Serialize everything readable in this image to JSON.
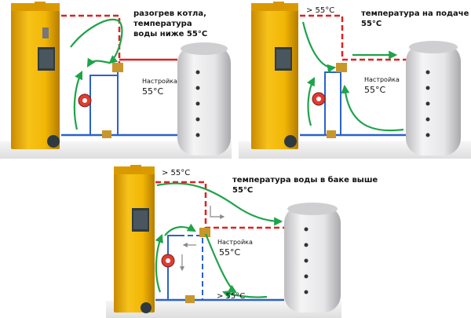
{
  "panels": [
    {
      "caption_lines": [
        "разогрев котла,",
        "температура",
        "воды ниже 55°C"
      ],
      "tank_label": "Настройка",
      "tank_value": "55°C",
      "temp_marks": []
    },
    {
      "caption_lines": [
        "температура на подаче",
        "55°C"
      ],
      "tank_label": "Настройка",
      "tank_value": "55°C",
      "temp_marks": [
        "> 55°C"
      ]
    },
    {
      "caption_lines": [
        "температура воды в баке выше",
        "55°C"
      ],
      "tank_label": "Настройка",
      "tank_value": "55°C",
      "temp_marks": [
        "> 55°C",
        "> 55°C"
      ]
    }
  ],
  "colors": {
    "boiler": "#f2b705",
    "supply": "#e02020",
    "return": "#2a62c9",
    "flow": "#1fa34a",
    "tank": "#e9e9ea"
  }
}
